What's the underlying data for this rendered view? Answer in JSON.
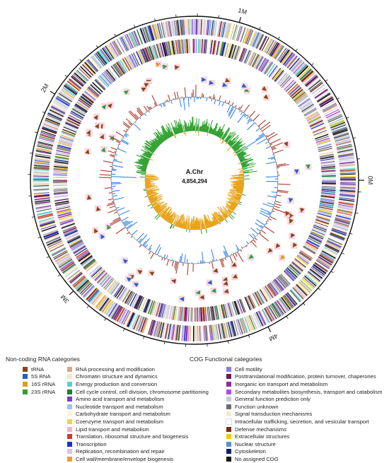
{
  "chromosome": {
    "name": "A.Chr",
    "length_label": "4,854,294",
    "length_bp": 4854294
  },
  "scale_labels": [
    {
      "label": "0M",
      "mb": 0
    },
    {
      "label": "1M",
      "mb": 1
    },
    {
      "label": "2M",
      "mb": 2
    },
    {
      "label": "3M",
      "mb": 3
    },
    {
      "label": "4M",
      "mb": 4
    }
  ],
  "tracks": {
    "gc_content": {
      "above_color": "#b03a2e",
      "below_color": "#3a86e8"
    },
    "gc_skew": {
      "positive_color": "#2ca02c",
      "negative_color": "#e8a317"
    },
    "ncrna_colors": {
      "tRNA": "#8b4513",
      "5S rRNA": "#1f5fd1",
      "16S rRNA": "#e09a1a",
      "23S rRNA": "#2e9e3e"
    }
  },
  "legend": {
    "ncrna": {
      "title": "Non-coding RNA categories",
      "items": [
        {
          "label": "tRNA",
          "color": "#8b4513"
        },
        {
          "label": "5S RNA",
          "color": "#1f5fd1"
        },
        {
          "label": "16S rRNA",
          "color": "#e09a1a"
        },
        {
          "label": "23S rRNA",
          "color": "#2e9e3e"
        }
      ]
    },
    "cog": {
      "title": "COG Functional categories",
      "column1": [
        {
          "label": "RNA processing and modification",
          "color": "#d4a58a"
        },
        {
          "label": "Chromatin structure and dynamics",
          "color": "#f3e7c9"
        },
        {
          "label": "Energy production and conversion",
          "color": "#4fd6c8"
        },
        {
          "label": "Cell cycle control, cell division, chromosome partitioning",
          "color": "#1e7d2a"
        },
        {
          "label": "Amino acid transport and metabolism",
          "color": "#7b3fbf"
        },
        {
          "label": "Nucleotide transport and metabolism",
          "color": "#9ec3e8"
        },
        {
          "label": "Carbohydrate transport and metabolism",
          "color": "#fbf3d7"
        },
        {
          "label": "Coenzyme transport and metabolism",
          "color": "#f0d24a"
        },
        {
          "label": "Lipid transport and metabolism",
          "color": "#f2b4c4"
        },
        {
          "label": "Translation, ribosomal structure and biogenesis",
          "color": "#d23a2a"
        },
        {
          "label": "Transcription",
          "color": "#1c2fd6"
        },
        {
          "label": "Replication, recombination and repair",
          "color": "#d9c3e6"
        },
        {
          "label": "Cell wall/membrane/envelope biogenesis",
          "color": "#e6a030"
        }
      ],
      "column2": [
        {
          "label": "Cell motility",
          "color": "#8a7be8"
        },
        {
          "label": "Posttranslational modification, protein turnover, chaperones",
          "color": "#6a1d5a"
        },
        {
          "label": "Inorganic ion transport and metabolism",
          "color": "#8e2b9a"
        },
        {
          "label": "Secondary metabolites biosynthesis, transport and catabolism",
          "color": "#b24be0"
        },
        {
          "label": "General function prediction only",
          "color": "#c9c9d8"
        },
        {
          "label": "Function unknown",
          "color": "#6e6e6e"
        },
        {
          "label": "Signal transduction mechanisms",
          "color": "#f2ecc8"
        },
        {
          "label": "Intracellular trafficking, secretion, and vesicular transport",
          "color": "#ffffff"
        },
        {
          "label": "Defense mechanisms",
          "color": "#7a2a12"
        },
        {
          "label": "Extracellular structures",
          "color": "#f5c518"
        },
        {
          "label": "Nuclear structure",
          "color": "#5d8fd0"
        },
        {
          "label": "Cytoskeleton",
          "color": "#0b1f6e"
        },
        {
          "label": "No assigned COG",
          "color": "#151515"
        }
      ]
    }
  }
}
